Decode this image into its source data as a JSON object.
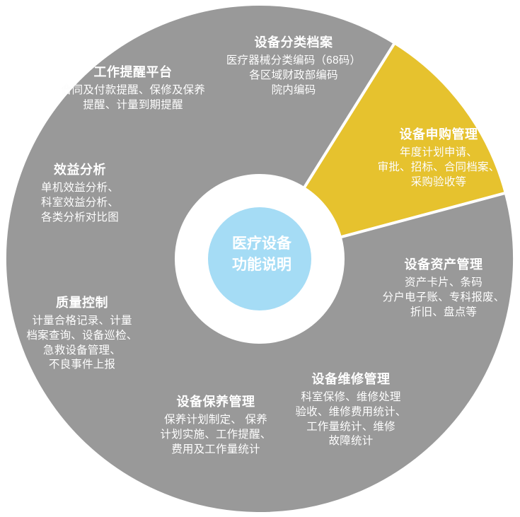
{
  "diagram": {
    "type": "donut",
    "center": {
      "lines": [
        "医疗设备",
        "功能说明"
      ],
      "fill": "#A5DCF5",
      "text_color": "#FFFFFF"
    },
    "colors": {
      "gray": "#999999",
      "red": "#FA5156",
      "orange": "#F8931F",
      "yellow": "#E6C22E",
      "white": "#FFFFFF",
      "light_blue": "#A5DCF5"
    },
    "segments": [
      {
        "id": "equipment-classification-archive",
        "title": "设备分类档案",
        "lines": [
          "医疗器械分类编码（68码）",
          "各区域财政部编码",
          "院内编码"
        ],
        "color": "#999999",
        "start_angle": -58,
        "end_angle": 14
      },
      {
        "id": "equipment-purchase-management",
        "title": "设备申购管理",
        "lines": [
          "年度计划申请、",
          "审批、招标、合同档案、",
          "采购验收等"
        ],
        "color": "#FA5156",
        "start_angle": 14,
        "end_angle": 58
      },
      {
        "id": "equipment-asset-management",
        "title": "设备资产管理",
        "lines": [
          "资产卡片、条码",
          "分户电子账、专科报废、",
          "折旧、盘点等"
        ],
        "color": "#999999",
        "start_angle": 58,
        "end_angle": 115
      },
      {
        "id": "equipment-repair-management",
        "title": "设备维修管理",
        "lines": [
          "科室保修、维修处理",
          "验收、维修费用统计、",
          "工作量统计、维修",
          "故障统计"
        ],
        "color": "#F8931F",
        "start_angle": 115,
        "end_angle": 162
      },
      {
        "id": "equipment-maintenance-management",
        "title": "设备保养管理",
        "lines": [
          "保养计划制定、 保养",
          "计划实施、工作提醒、",
          "费用及工作量统计"
        ],
        "color": "#999999",
        "start_angle": 162,
        "end_angle": 208
      },
      {
        "id": "quality-control",
        "title": "质量控制",
        "lines": [
          "计量合格记录、计量",
          "档案查询、设备巡检、",
          "急救设备管理、",
          "不良事件上报"
        ],
        "color": "#F8931F",
        "start_angle": 208,
        "end_angle": 256
      },
      {
        "id": "benefit-analysis",
        "title": "效益分析",
        "lines": [
          "单机效益分析、",
          "科室效益分析、",
          "各类分析对比图"
        ],
        "color": "#999999",
        "start_angle": 256,
        "end_angle": 302
      },
      {
        "id": "work-reminder-platform",
        "title": "工作提醒平台",
        "lines": [
          "合同及付款提醒、保修及保养",
          "提醒、计量到期提醒"
        ],
        "color": "#E6C22E",
        "start_angle": 302,
        "end_angle": 345
      },
      {
        "id": "top-gray-filler",
        "title": "",
        "lines": [],
        "color": "#999999",
        "start_angle": 345,
        "end_angle": 302
      }
    ]
  }
}
